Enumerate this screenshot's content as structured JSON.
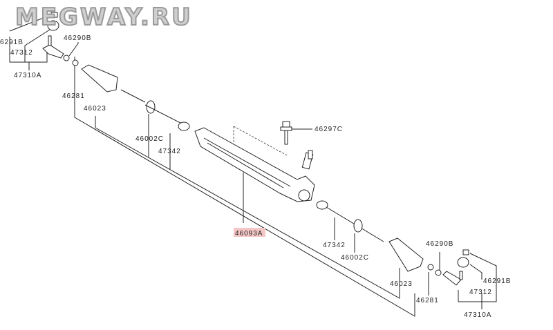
{
  "watermark": "MEGWAY.RU",
  "colors": {
    "highlight": "#f4c6c6",
    "line": "#222222"
  },
  "labels_left": {
    "p46291b": "6291B",
    "p47312": "47312",
    "p47310a": "47310A",
    "p46290b": "46290B",
    "p46281": "46281",
    "p46023": "46023",
    "p46002c": "46002C",
    "p47342": "47342"
  },
  "labels_center": {
    "p46297c": "46297C",
    "p46093a": "46093A"
  },
  "labels_right": {
    "p47342": "47342",
    "p46002c": "46002C",
    "p46290b": "46290B",
    "p46291b": "46291B",
    "p47312": "47312",
    "p46023": "46023",
    "p46281": "46281",
    "p47310a": "47310A"
  }
}
